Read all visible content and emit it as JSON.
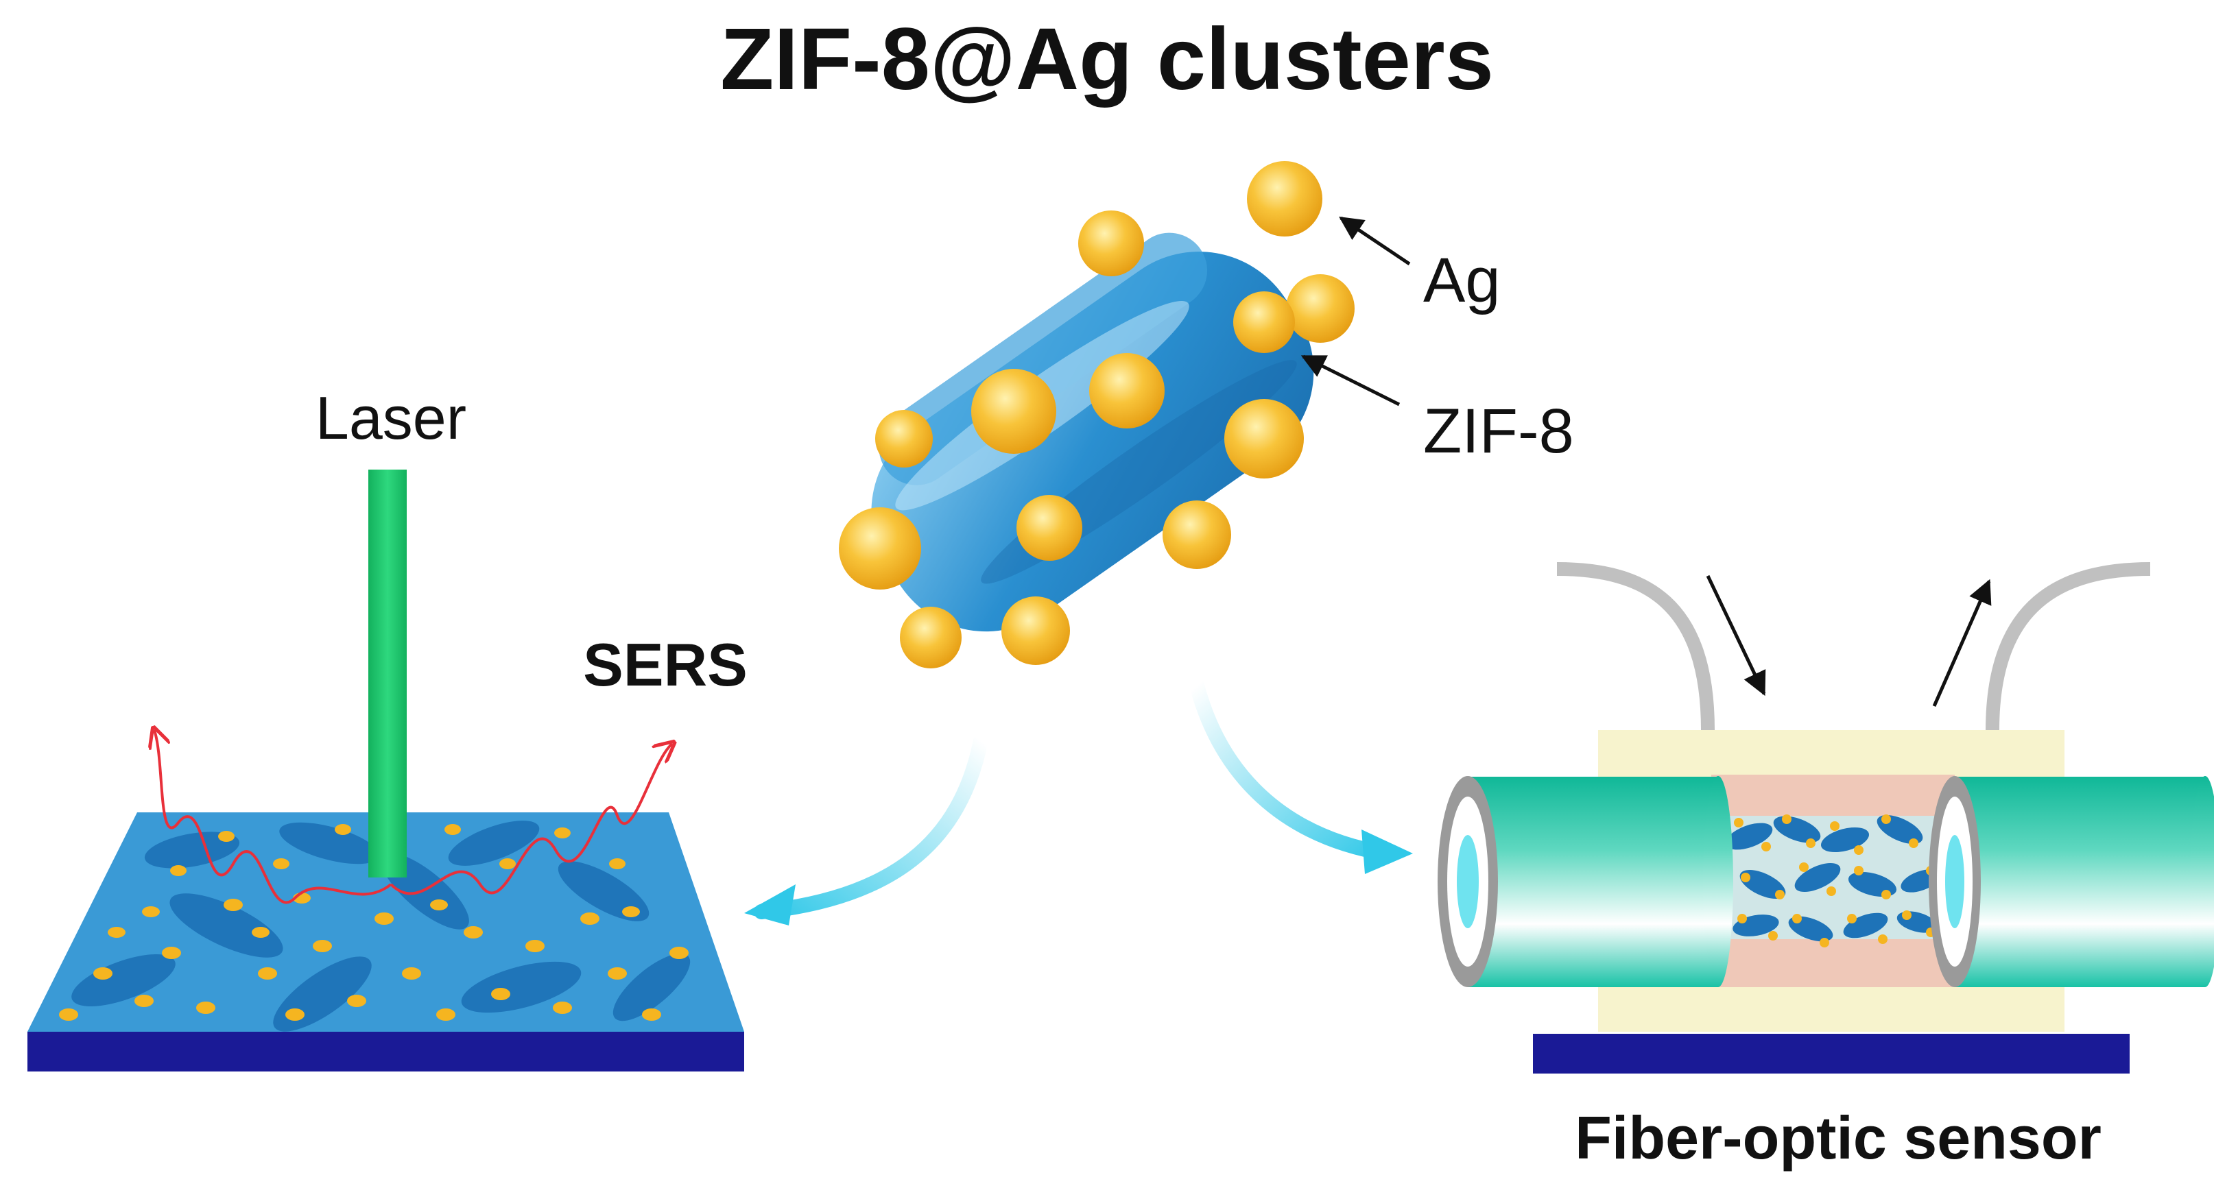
{
  "title": "ZIF-8@Ag clusters",
  "labels": {
    "ag": "Ag",
    "zif8": "ZIF-8",
    "laser": "Laser",
    "sers": "SERS",
    "fiber_optic_sensor": "Fiber-optic sensor"
  },
  "colors": {
    "zif8_blue": "#2a8fd0",
    "ag_gold": "#f5b520",
    "laser_green": "#1ec46e",
    "substrate_navy": "#1a1a96",
    "fiber_teal": "#12bfa0",
    "cell_yellow": "#f7f3cd",
    "cell_pink": "#efc8b8",
    "signal_red": "#e8303a",
    "flow_arrow_cyan": "#30c8e8",
    "fiber_grey": "#c0c0c0"
  }
}
